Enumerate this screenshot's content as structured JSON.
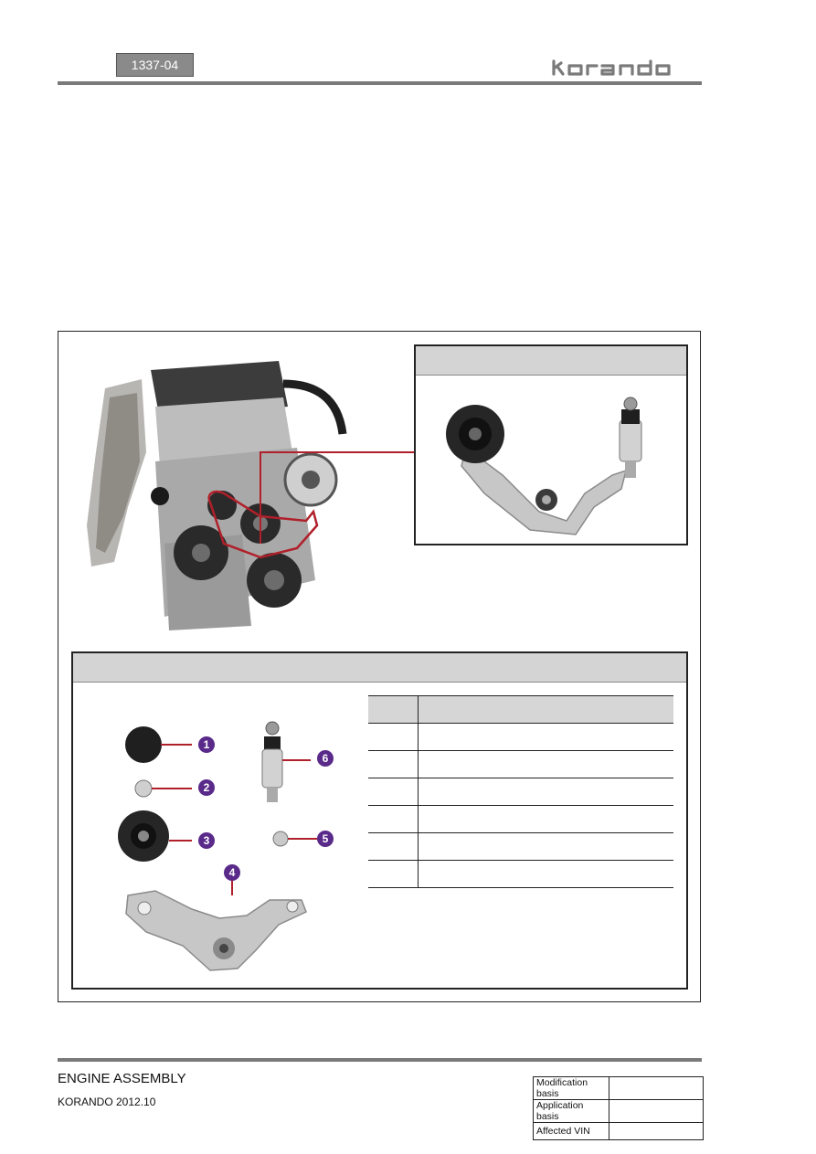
{
  "header": {
    "page_code": "1337-04",
    "brand": "korando"
  },
  "main": {
    "inset_panel": {
      "title": ""
    },
    "components_panel": {
      "title": "",
      "callouts": [
        "1",
        "2",
        "3",
        "4",
        "5",
        "6"
      ],
      "table": {
        "headers": [
          "",
          ""
        ],
        "rows": [
          [
            "",
            ""
          ],
          [
            "",
            ""
          ],
          [
            "",
            ""
          ],
          [
            "",
            ""
          ],
          [
            "",
            ""
          ],
          [
            "",
            ""
          ]
        ]
      }
    }
  },
  "footer": {
    "section_title": "ENGINE ASSEMBLY",
    "doc_info": "KORANDO 2012.10",
    "basis_table": {
      "modification_label": "Modification basis",
      "modification_value": "",
      "application_label": "Application basis",
      "application_value": "",
      "vin_label": "Affected VIN",
      "vin_value": ""
    }
  },
  "colors": {
    "rule": "#7a7a7a",
    "callout_badge": "#5a2a8a",
    "callout_line": "#b0202a",
    "panel_title_bg": "#d4d4d4"
  }
}
